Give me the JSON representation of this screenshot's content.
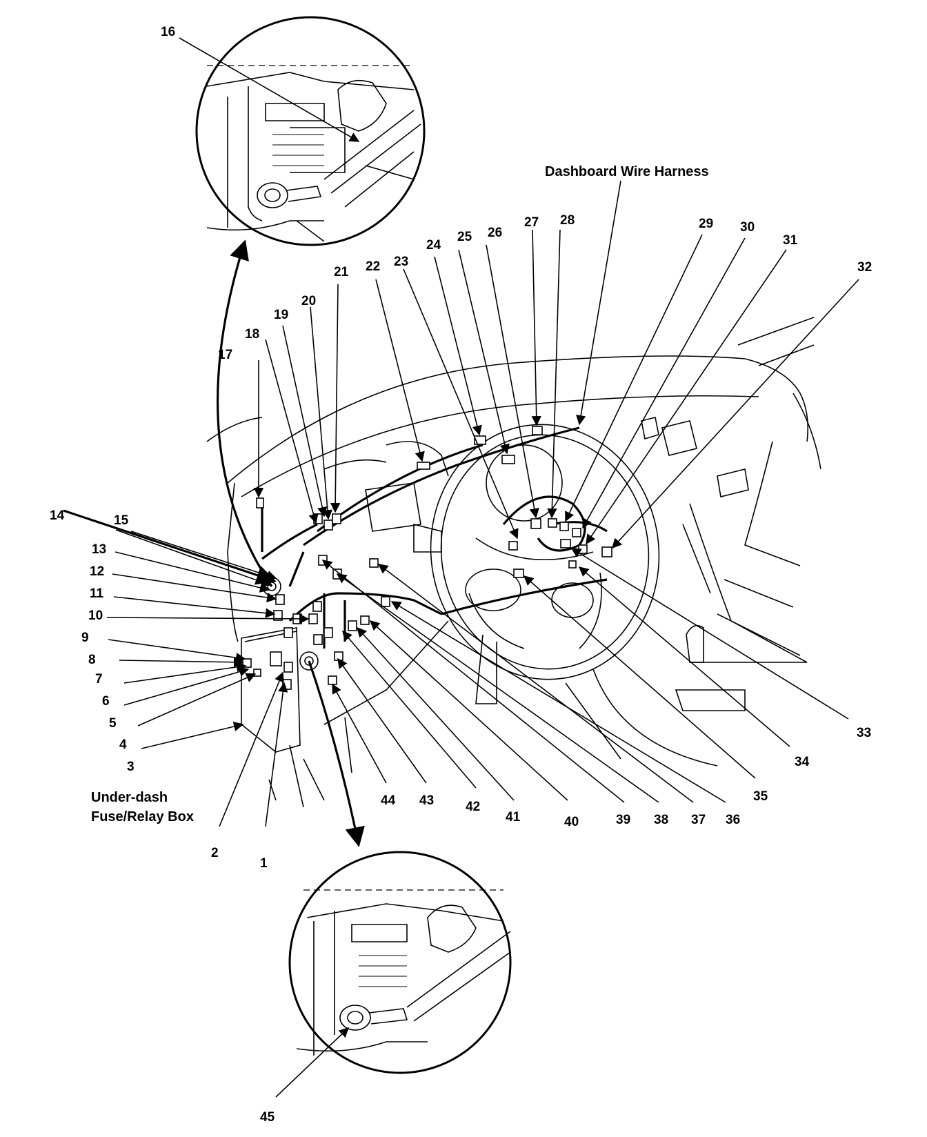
{
  "captions": {
    "dashboard_wire_harness": "Dashboard Wire Harness",
    "underdash_line1": "Under-dash",
    "underdash_line2": "Fuse/Relay Box"
  },
  "callouts": [
    "1",
    "2",
    "3",
    "4",
    "5",
    "6",
    "7",
    "8",
    "9",
    "10",
    "11",
    "12",
    "13",
    "14",
    "15",
    "16",
    "17",
    "18",
    "19",
    "20",
    "21",
    "22",
    "23",
    "24",
    "25",
    "26",
    "27",
    "28",
    "29",
    "30",
    "31",
    "32",
    "33",
    "34",
    "35",
    "36",
    "37",
    "38",
    "39",
    "40",
    "41",
    "42",
    "43",
    "44",
    "45"
  ]
}
